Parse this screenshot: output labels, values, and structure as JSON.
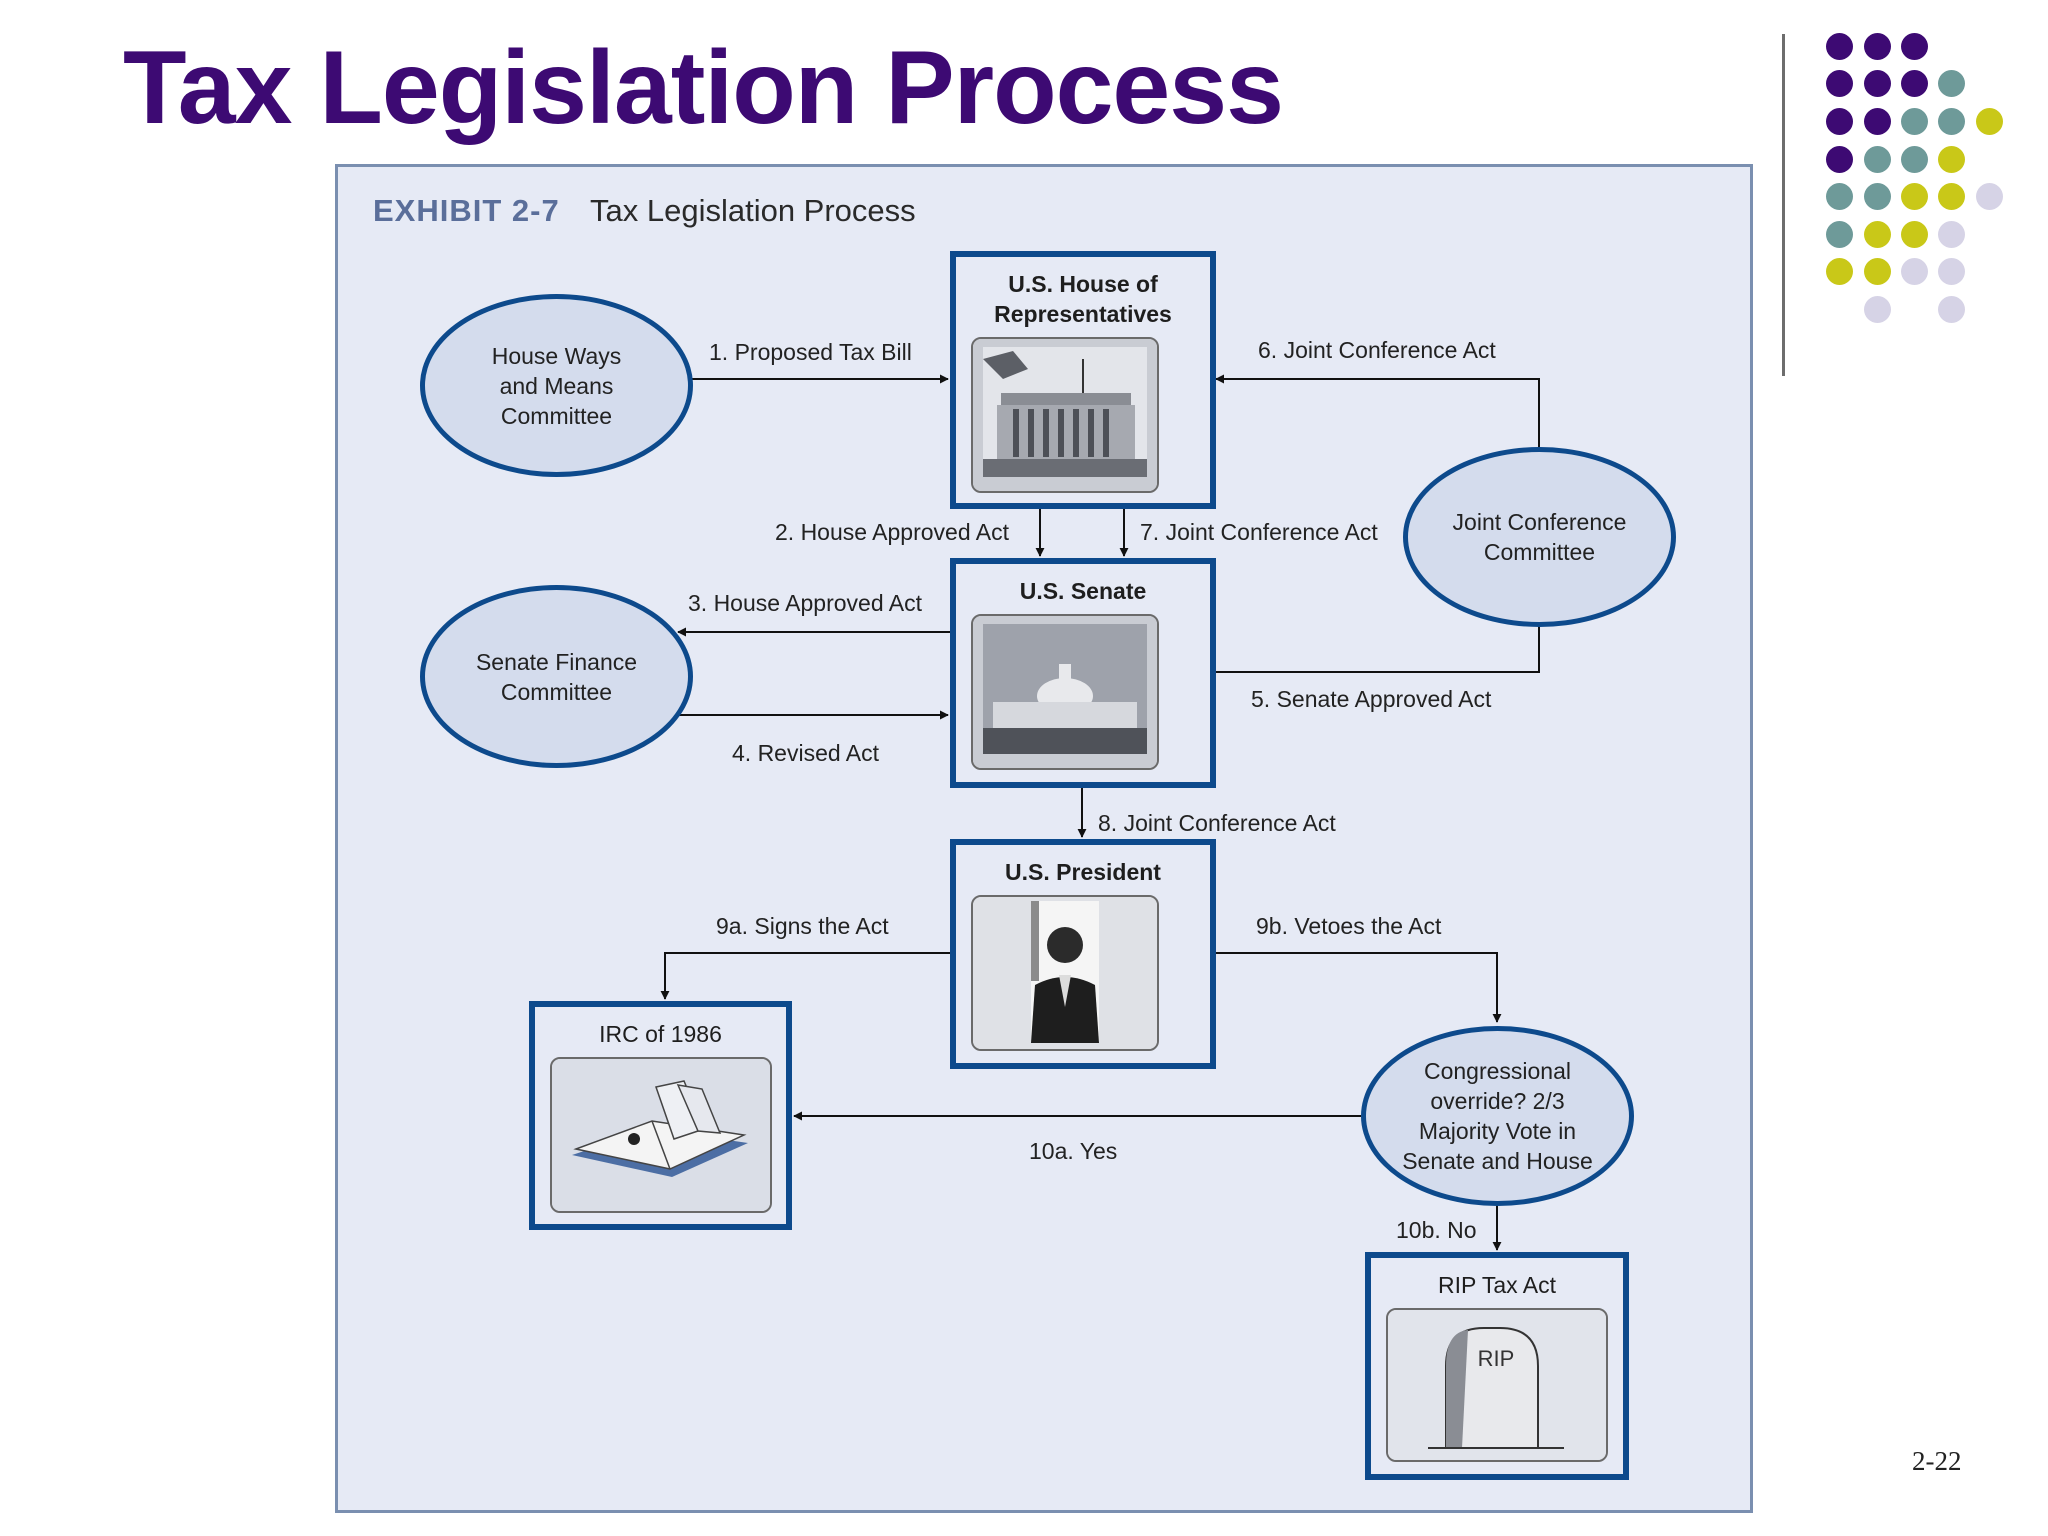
{
  "slide": {
    "title": "Tax Legislation Process",
    "page_number": "2-22"
  },
  "exhibit": {
    "label": "EXHIBIT 2-7",
    "title": "Tax Legislation Process"
  },
  "nodes": {
    "house": "U.S. House of\nRepresentatives",
    "ways_means": "House Ways\nand Means\nCommittee",
    "senate": "U.S. Senate",
    "senate_finance": "Senate Finance\nCommittee",
    "joint_conference": "Joint Conference\nCommittee",
    "president": "U.S. President",
    "irc": "IRC of 1986",
    "override": "Congressional\noverride? 2/3\nMajority Vote in\nSenate and House",
    "rip_box": "RIP Tax Act",
    "rip_stone": "RIP"
  },
  "edges": {
    "e1": "1. Proposed Tax Bill",
    "e2": "2. House Approved Act",
    "e3": "3. House Approved Act",
    "e4": "4. Revised Act",
    "e5": "5. Senate Approved Act",
    "e6": "6. Joint Conference Act",
    "e7": "7. Joint Conference Act",
    "e8": "8. Joint Conference Act",
    "e9a": "9a. Signs the Act",
    "e9b": "9b. Vetoes the Act",
    "e10a": "10a. Yes",
    "e10b": "10b. No"
  },
  "colors": {
    "title": "#3d0a73",
    "box_border": "#0d4a8c",
    "dot_purple": "#3d0a73",
    "dot_teal": "#6e9a99",
    "dot_olive": "#c9c818",
    "dot_lavender": "#d6d3e6"
  }
}
